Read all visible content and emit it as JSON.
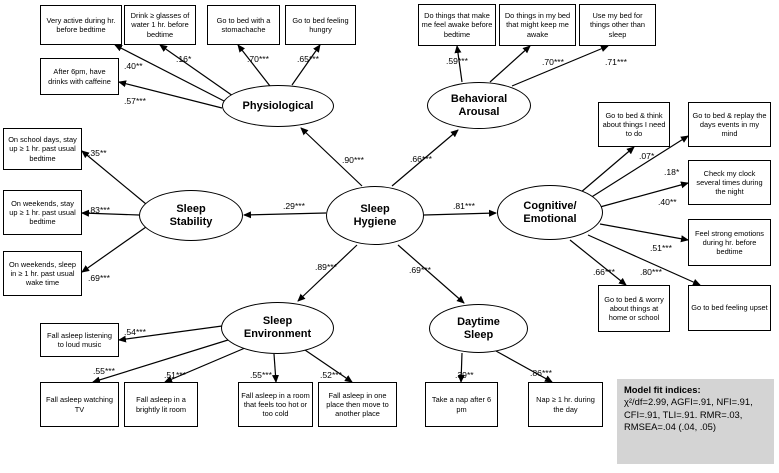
{
  "center": {
    "label": "Sleep Hygiene",
    "line1": "Sleep",
    "line2": "Hygiene"
  },
  "factors": {
    "physiological": {
      "line1": "Physiological",
      "line2": "",
      "loading": ".90***"
    },
    "behavioral": {
      "line1": "Behavioral",
      "line2": "Arousal",
      "loading": ".66***"
    },
    "cognitive": {
      "line1": "Cognitive/",
      "line2": "Emotional",
      "loading": ".81***"
    },
    "stability": {
      "line1": "Sleep",
      "line2": "Stability",
      "loading": ".29***"
    },
    "environment": {
      "line1": "Sleep",
      "line2": "Environment",
      "loading": ".89***"
    },
    "daytime": {
      "line1": "Daytime",
      "line2": "Sleep",
      "loading": ".69***"
    }
  },
  "items": {
    "phys1": {
      "text": "Very active during hr. before bedtime",
      "loading": ".40**"
    },
    "phys2": {
      "text": "Drink ≥ glasses of water 1 hr. before bedtime",
      "loading": ".16*"
    },
    "phys3": {
      "text": "Go to bed with a stomachache",
      "loading": ".70***"
    },
    "phys4": {
      "text": "Go to bed feeling hungry",
      "loading": ".65***"
    },
    "phys5": {
      "text": "After 6pm, have drinks with caffeine",
      "loading": ".57***"
    },
    "beh1": {
      "text": "Do things that make me feel awake before bedtime",
      "loading": ".59***"
    },
    "beh2": {
      "text": "Do things in my bed that might keep me awake",
      "loading": ".70***"
    },
    "beh3": {
      "text": "Use my bed for things other than sleep",
      "loading": ".71***"
    },
    "cog1": {
      "text": "Go to bed & think about things I need to do",
      "loading": ".07*"
    },
    "cog2": {
      "text": "Go to bed & replay the days events in my mind",
      "loading": ".18*"
    },
    "cog3": {
      "text": "Check my clock several times during the night",
      "loading": ".40**"
    },
    "cog4": {
      "text": "Feel strong emotions during hr. before bedtime",
      "loading": ".51***"
    },
    "cog5": {
      "text": "Go to bed & worry about things at home or school",
      "loading": ".66***"
    },
    "cog6": {
      "text": "Go to bed feeling upset",
      "loading": ".80***"
    },
    "stab1": {
      "text": "On school days, stay up ≥ 1 hr. past usual bedtime",
      "loading": ".35**"
    },
    "stab2": {
      "text": "On weekends, stay up ≥ 1 hr. past usual bedtime",
      "loading": ".83***"
    },
    "stab3": {
      "text": "On weekends, sleep in ≥ 1 hr. past usual wake time",
      "loading": ".69***"
    },
    "env1": {
      "text": "Fall asleep listening to loud music",
      "loading": ".54***"
    },
    "env2": {
      "text": "Fall asleep watching TV",
      "loading": ".55***"
    },
    "env3": {
      "text": "Fall asleep in a brightly lit room",
      "loading": ".51***"
    },
    "env4": {
      "text": "Fall asleep in a room that feels too hot or too cold",
      "loading": ".55***"
    },
    "env5": {
      "text": "Fall asleep in one place then move to another place",
      "loading": ".52***"
    },
    "day1": {
      "text": "Take a nap after 6 pm",
      "loading": ".39**"
    },
    "day2": {
      "text": "Nap ≥ 1 hr. during the day",
      "loading": ".86***"
    }
  },
  "model_fit": {
    "title": "Model fit indices:",
    "line1": "χ²/df=2.99, AGFI=.91, NFI=.91,",
    "line2": "CFI=.91, TLI=.91. RMR=.03,",
    "line3": "RMSEA=.04 (.04, .05)"
  }
}
